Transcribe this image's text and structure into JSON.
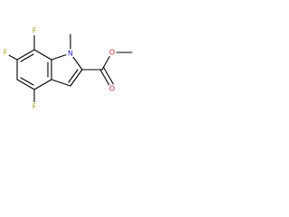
{
  "molecule": {
    "atoms": {
      "f_top": {
        "symbol": "F",
        "color": "#a39e10"
      },
      "f_left": {
        "symbol": "F",
        "color": "#a39e10"
      },
      "f_bottom": {
        "symbol": "F",
        "color": "#a39e10"
      },
      "n_ring": {
        "symbol": "N",
        "color": "#2222cc"
      },
      "o_carbonyl": {
        "symbol": "O",
        "color": "#cc2222"
      },
      "o_ester": {
        "symbol": "O",
        "color": "#cc2222"
      }
    }
  }
}
